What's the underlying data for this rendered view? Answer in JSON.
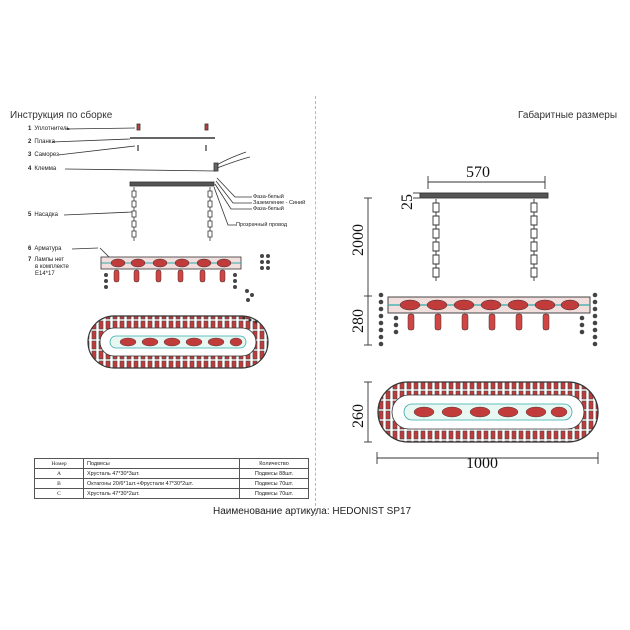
{
  "left_title": "Инструкция по сборке",
  "right_title": "Габаритные размеры",
  "steps": [
    {
      "num": "1",
      "label": "Уплотнитель"
    },
    {
      "num": "2",
      "label": "Планка"
    },
    {
      "num": "3",
      "label": "Саморез"
    },
    {
      "num": "4",
      "label": "Клемма"
    },
    {
      "num": "5",
      "label": "Насадка"
    },
    {
      "num": "6",
      "label": "Арматура"
    },
    {
      "num": "7",
      "label": "Лампы нет",
      "label2": "в комплекте",
      "label3": "E14*17"
    }
  ],
  "wires": {
    "phase1": "Фаза-белый",
    "ground": "Заземление - Синий",
    "phase2": "Фаза-белый",
    "transparent": "Прозрачный провод"
  },
  "dimensions": {
    "top_width": "570",
    "canopy": "25",
    "chain": "2000",
    "body_height": "280",
    "depth": "260",
    "length": "1000"
  },
  "table": {
    "headers": [
      "Номер",
      "Подвесы",
      "Количество"
    ],
    "rows": [
      [
        "A",
        "Хрусталь 47*30*3шт.",
        "Подвесы 88шт."
      ],
      [
        "B",
        "Октагоны 20/6*1шт.+Фрустали 47*30*2шт.",
        "Подвесы 70шт."
      ],
      [
        "C",
        "Хрусталь 47*30*2шт.",
        "Подвесы 70шт."
      ]
    ]
  },
  "article": "Наименование артикула: HEDONIST SP17"
}
